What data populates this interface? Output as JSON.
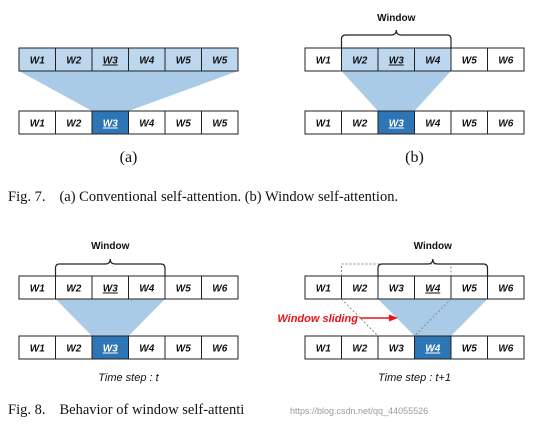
{
  "tokens_w1_to_w6": [
    "W1",
    "W2",
    "W3",
    "W4",
    "W5",
    "W6"
  ],
  "tokens_fig7a_last": "W5",
  "window_label": "Window",
  "panel_labels": [
    "(a)",
    "(b)"
  ],
  "fig7_caption": {
    "number": "Fig. 7.",
    "text": "(a) Conventional self-attention. (b) Window self-attention."
  },
  "fig8_caption": {
    "number": "Fig. 8.",
    "text": "Behavior of window self-attenti"
  },
  "time_steps": [
    "Time step : t",
    "Time step : t+1"
  ],
  "sliding_label": "Window sliding",
  "watermark": "https://blog.csdn.net/qq_44055526",
  "colors": {
    "cell_light": "#bdd7ee",
    "cell_dark": "#2e75b6",
    "funnel": "#a9cbe8",
    "outline": "#222222",
    "sliding_red": "#e8141b"
  }
}
